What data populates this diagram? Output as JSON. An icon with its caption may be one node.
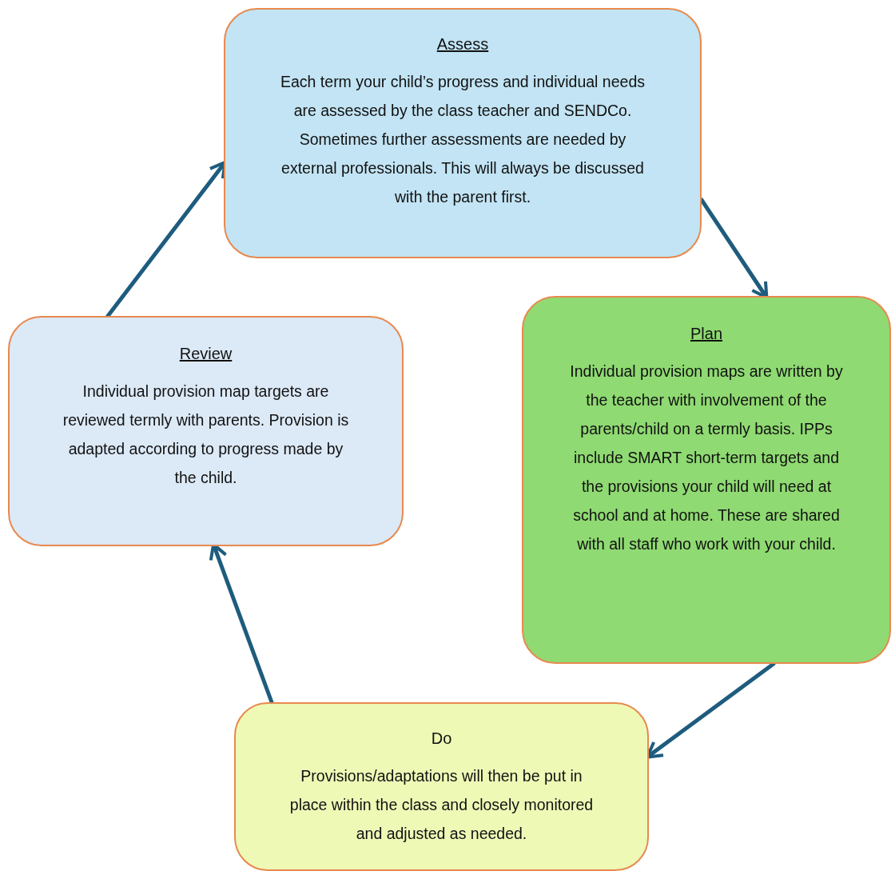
{
  "diagram": {
    "nodes": [
      {
        "text": [
          "Assess",
          "Each term your child’s progress and individual needs are assessed by the class teacher and SENDCo. Sometimes further assessments are needed by external professionals. This will always be discussed with the parent first."
        ]
      },
      {
        "text": [
          "Plan",
          "Individual provision maps are written by the teacher with involvement of the parents/child on a termly basis. IPPs include SMART short-term targets and the provisions your child will need at school and at home. These are shared with all staff who work with your child."
        ]
      },
      {
        "text": [
          "Review",
          "Individual provision map targets are reviewed termly with parents. Provision is adapted according to progress made by the child."
        ]
      },
      {
        "text": [
          "Do",
          "Provisions/adaptations will then be put in place within the class and closely monitored and adjusted as needed."
        ]
      }
    ],
    "edges": [
      {
        "from": 0,
        "to": 1,
        "arrow": "to"
      },
      {
        "from": 1,
        "to": 3,
        "arrow": "to"
      },
      {
        "from": 3,
        "to": 2,
        "arrow": "to"
      },
      {
        "from": 2,
        "to": 0,
        "arrow": "to"
      }
    ]
  }
}
